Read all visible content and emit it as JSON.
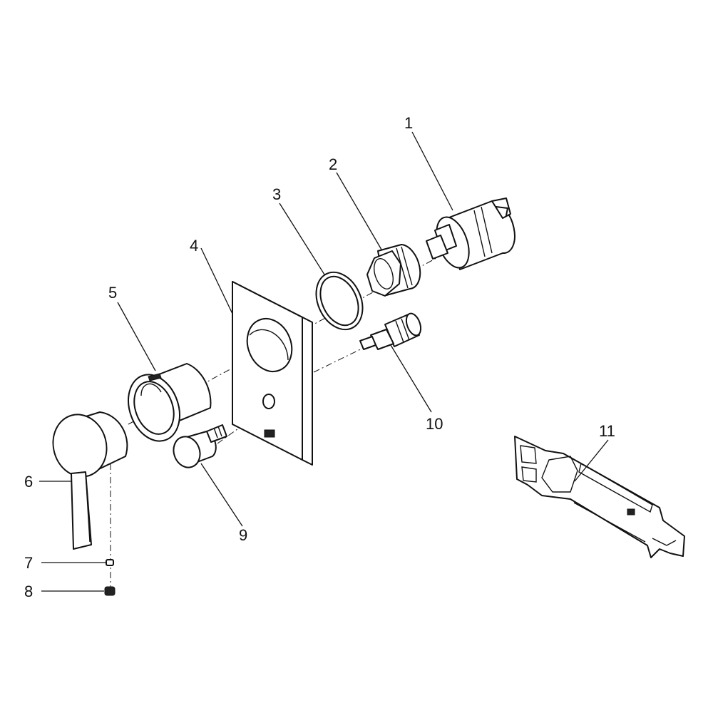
{
  "callouts": [
    {
      "id": 1,
      "label": "1"
    },
    {
      "id": 2,
      "label": "2"
    },
    {
      "id": 3,
      "label": "3"
    },
    {
      "id": 4,
      "label": "4"
    },
    {
      "id": 5,
      "label": "5"
    },
    {
      "id": 6,
      "label": "6"
    },
    {
      "id": 7,
      "label": "7"
    },
    {
      "id": 8,
      "label": "8"
    },
    {
      "id": 9,
      "label": "9"
    },
    {
      "id": 10,
      "label": "10"
    },
    {
      "id": 11,
      "label": "11"
    }
  ]
}
